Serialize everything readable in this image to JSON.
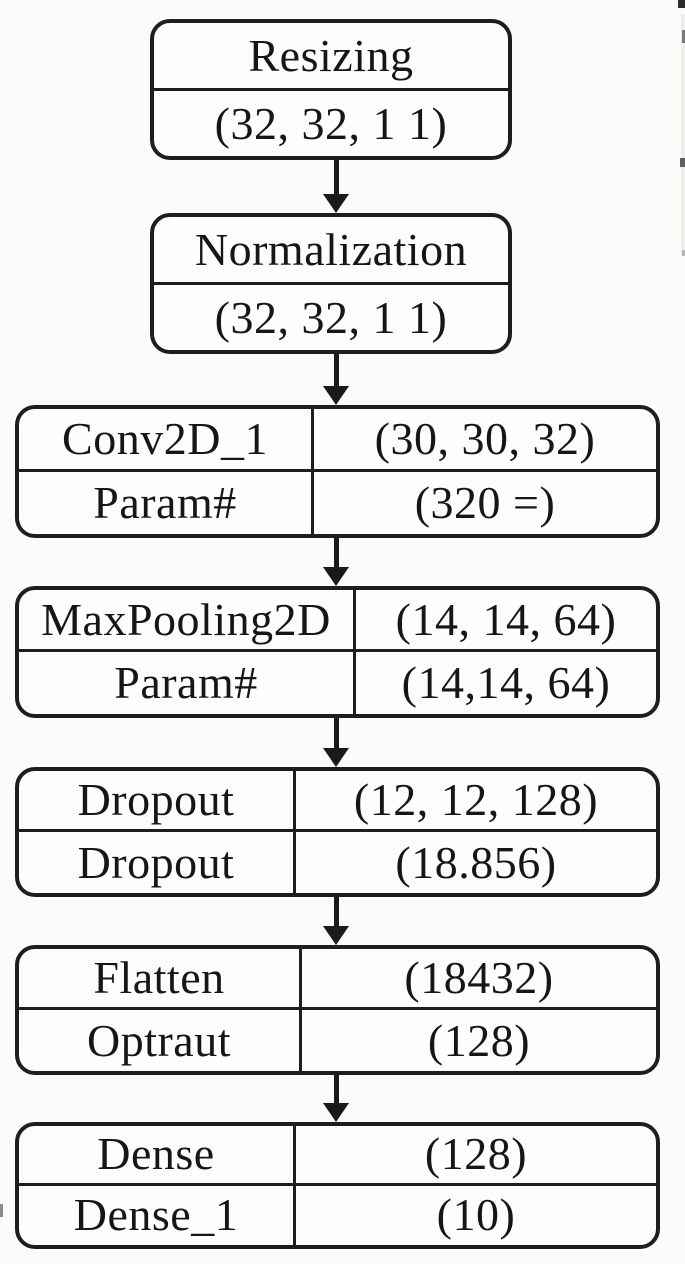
{
  "diagram": {
    "description": "Model architecture flowchart",
    "nodes": [
      {
        "id": "resizing",
        "top": "Resizing",
        "bottom": "(32, 32, 1 1)"
      },
      {
        "id": "normalization",
        "top": "Normalization",
        "bottom": "(32, 32, 1 1)"
      },
      {
        "id": "conv2d-1",
        "rows": [
          [
            "Conv2D_1",
            "(30, 30, 32)"
          ],
          [
            "Param#",
            "(320 =)"
          ]
        ]
      },
      {
        "id": "maxpooling2d",
        "rows": [
          [
            "MaxPooling2D",
            "(14, 14, 64)"
          ],
          [
            "Param#",
            "(14,14, 64)"
          ]
        ]
      },
      {
        "id": "dropout",
        "rows": [
          [
            "Dropout",
            "(12, 12, 128)"
          ],
          [
            "Dropout",
            "(18.856)"
          ]
        ]
      },
      {
        "id": "flatten",
        "rows": [
          [
            "Flatten",
            "(18432)"
          ],
          [
            "Optraut",
            "(128)"
          ]
        ]
      },
      {
        "id": "dense",
        "rows": [
          [
            "Dense",
            "(128)"
          ],
          [
            "Dense_1",
            "(10)"
          ]
        ]
      }
    ],
    "colors": {
      "line": "#1e1e1e",
      "background": "#fbfbfa",
      "box_fill": "#fdfdfd"
    }
  }
}
